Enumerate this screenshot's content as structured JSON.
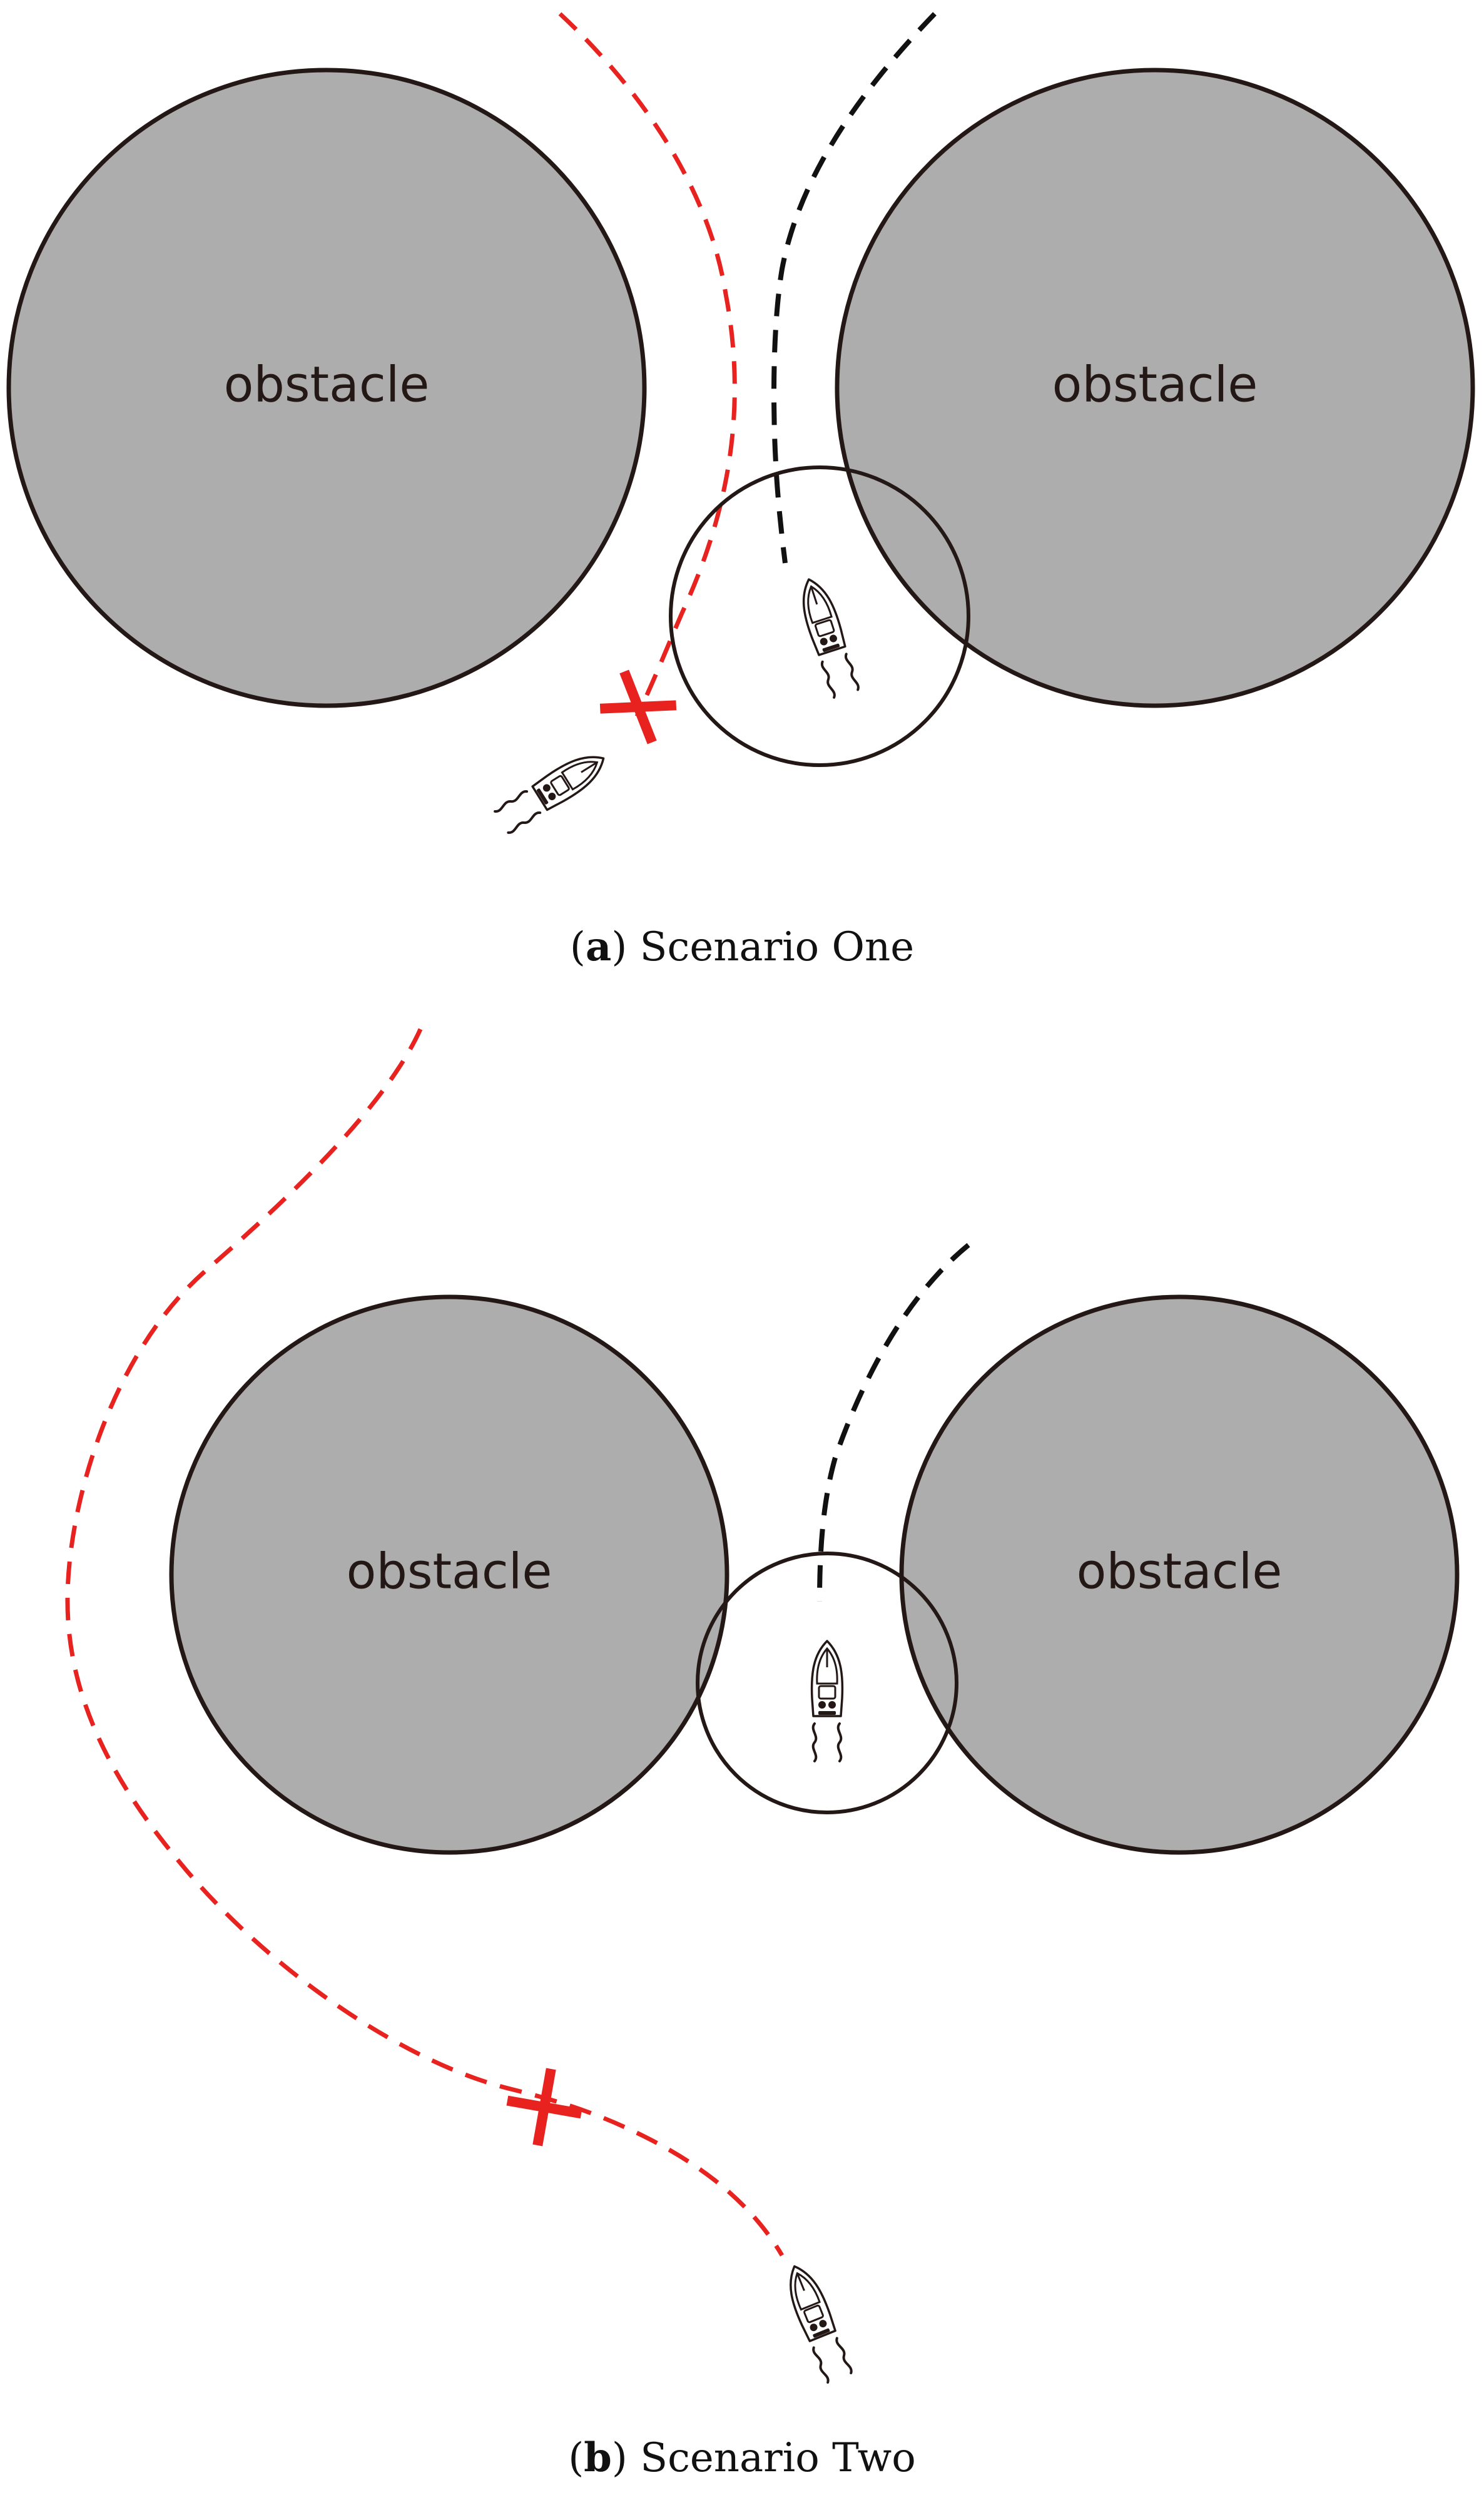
{
  "scenario_a": {
    "obstacle_left_label": "obstacle",
    "obstacle_right_label": "obstacle",
    "caption_letter": "a",
    "caption_text": "Scenario One",
    "colors": {
      "red_path": "#e8221f",
      "black_path": "#111111",
      "obstacle_fill": "#adadad"
    },
    "icons": [
      "boat-icon",
      "collision-x-icon"
    ]
  },
  "scenario_b": {
    "obstacle_left_label": "obstacle",
    "obstacle_right_label": "obstacle",
    "caption_letter": "b",
    "caption_text": "Scenario Two",
    "colors": {
      "red_path": "#e8221f",
      "black_path": "#111111",
      "obstacle_fill": "#adadad"
    },
    "icons": [
      "boat-icon",
      "collision-x-icon"
    ]
  }
}
